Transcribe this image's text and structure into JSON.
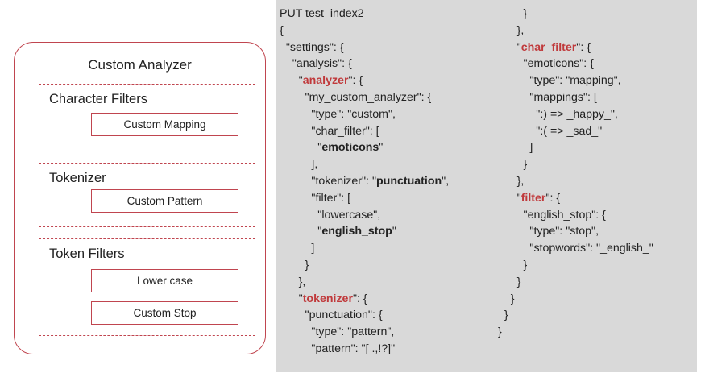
{
  "diagram": {
    "title": "Custom Analyzer",
    "sections": [
      {
        "title": "Character Filters",
        "items": [
          "Custom Mapping"
        ]
      },
      {
        "title": "Tokenizer",
        "items": [
          "Custom Pattern"
        ]
      },
      {
        "title": "Token Filters",
        "items": [
          "Lower case",
          "Custom Stop"
        ]
      }
    ]
  },
  "code": {
    "left": [
      [
        {
          "t": "PUT test_index2"
        }
      ],
      [
        {
          "t": "{"
        }
      ],
      [
        {
          "t": "  \"settings\": {"
        }
      ],
      [
        {
          "t": "    \"analysis\": {"
        }
      ],
      [
        {
          "t": "      \""
        },
        {
          "t": "analyzer",
          "s": "k"
        },
        {
          "t": "\": {"
        }
      ],
      [
        {
          "t": "        \"my_custom_analyzer\": {"
        }
      ],
      [
        {
          "t": "          \"type\": \"custom\","
        }
      ],
      [
        {
          "t": "          \"char_filter\": ["
        }
      ],
      [
        {
          "t": "            \""
        },
        {
          "t": "emoticons",
          "s": "b"
        },
        {
          "t": "\""
        }
      ],
      [
        {
          "t": "          ],"
        }
      ],
      [
        {
          "t": "          \"tokenizer\": \""
        },
        {
          "t": "punctuation",
          "s": "b"
        },
        {
          "t": "\","
        }
      ],
      [
        {
          "t": "          \"filter\": ["
        }
      ],
      [
        {
          "t": "            \"lowercase\","
        }
      ],
      [
        {
          "t": "            \""
        },
        {
          "t": "english_stop",
          "s": "b"
        },
        {
          "t": "\""
        }
      ],
      [
        {
          "t": "          ]"
        }
      ],
      [
        {
          "t": "        }"
        }
      ],
      [
        {
          "t": "      },"
        }
      ],
      [
        {
          "t": "      \""
        },
        {
          "t": "tokenizer",
          "s": "k"
        },
        {
          "t": "\": {"
        }
      ],
      [
        {
          "t": "        \"punctuation\": {"
        }
      ],
      [
        {
          "t": "          \"type\": \"pattern\","
        }
      ],
      [
        {
          "t": "          \"pattern\": \"[ .,!?]\""
        }
      ]
    ],
    "right": [
      [
        {
          "t": "        }"
        }
      ],
      [
        {
          "t": "      },"
        }
      ],
      [
        {
          "t": "      \""
        },
        {
          "t": "char_filter",
          "s": "k"
        },
        {
          "t": "\": {"
        }
      ],
      [
        {
          "t": "        \"emoticons\": {"
        }
      ],
      [
        {
          "t": "          \"type\": \"mapping\","
        }
      ],
      [
        {
          "t": "          \"mappings\": ["
        }
      ],
      [
        {
          "t": "            \":) => _happy_\","
        }
      ],
      [
        {
          "t": "            \":( => _sad_\""
        }
      ],
      [
        {
          "t": "          ]"
        }
      ],
      [
        {
          "t": "        }"
        }
      ],
      [
        {
          "t": "      },"
        }
      ],
      [
        {
          "t": "      \""
        },
        {
          "t": "filter",
          "s": "k"
        },
        {
          "t": "\": {"
        }
      ],
      [
        {
          "t": "        \"english_stop\": {"
        }
      ],
      [
        {
          "t": "          \"type\": \"stop\","
        }
      ],
      [
        {
          "t": "          \"stopwords\": \"_english_\""
        }
      ],
      [
        {
          "t": "        }"
        }
      ],
      [
        {
          "t": "      }"
        }
      ],
      [
        {
          "t": "    }"
        }
      ],
      [
        {
          "t": "  }"
        }
      ],
      [
        {
          "t": "}"
        }
      ]
    ]
  }
}
